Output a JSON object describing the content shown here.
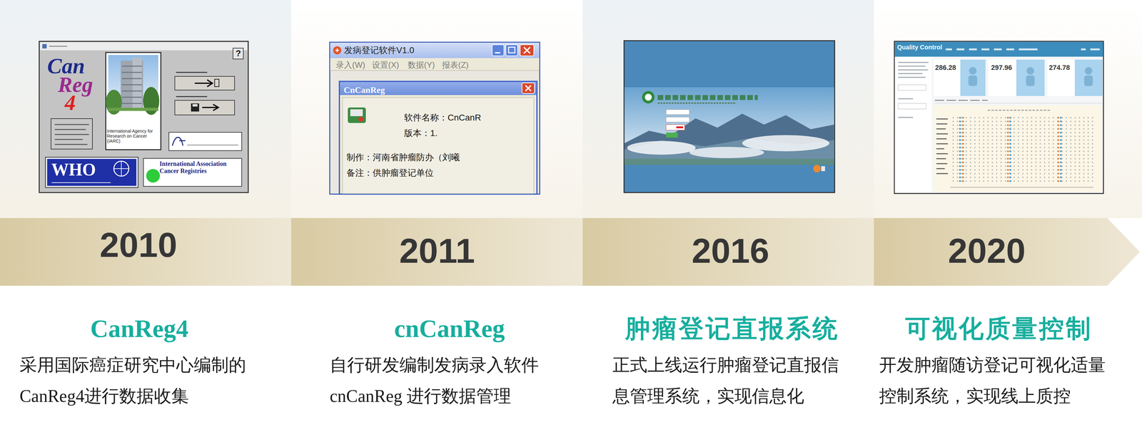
{
  "diagram": {
    "nodes": [
      {
        "text": [
          "2010",
          "CanReg4",
          "采用国际癌症研究中心编制的 CanReg4进行数据收集"
        ]
      },
      {
        "text": [
          "2011",
          "cnCanReg",
          "自行研发编制发病录入软件 cnCanReg 进行数据管理"
        ]
      },
      {
        "text": [
          "2016",
          "肿瘤登记直报系统",
          "正式上线运行肿瘤登记直报信 息管理系统，实现信息化"
        ]
      },
      {
        "text": [
          "2020",
          "可视化质量控制",
          "开发肿瘤随访登记可视化适量 控制系统，实现线上质控"
        ]
      }
    ],
    "labels": [
      "Can",
      "Reg",
      "4",
      "?",
      "International Agency for Research on Cancer (IARC)",
      "WHO",
      "International Association Cancer Registries",
      "发病登记软件V1.0",
      "录入(W)",
      "设置(X)",
      "数据(Y)",
      "报表(Z)",
      "CnCanReg",
      "软件名称：CnCanR",
      "版本：1.",
      "制作：河南省肿瘤防办（刘曦",
      "备注：供肿瘤登记单位",
      "Quality Control",
      "286.28",
      "297.96",
      "274.78"
    ]
  }
}
